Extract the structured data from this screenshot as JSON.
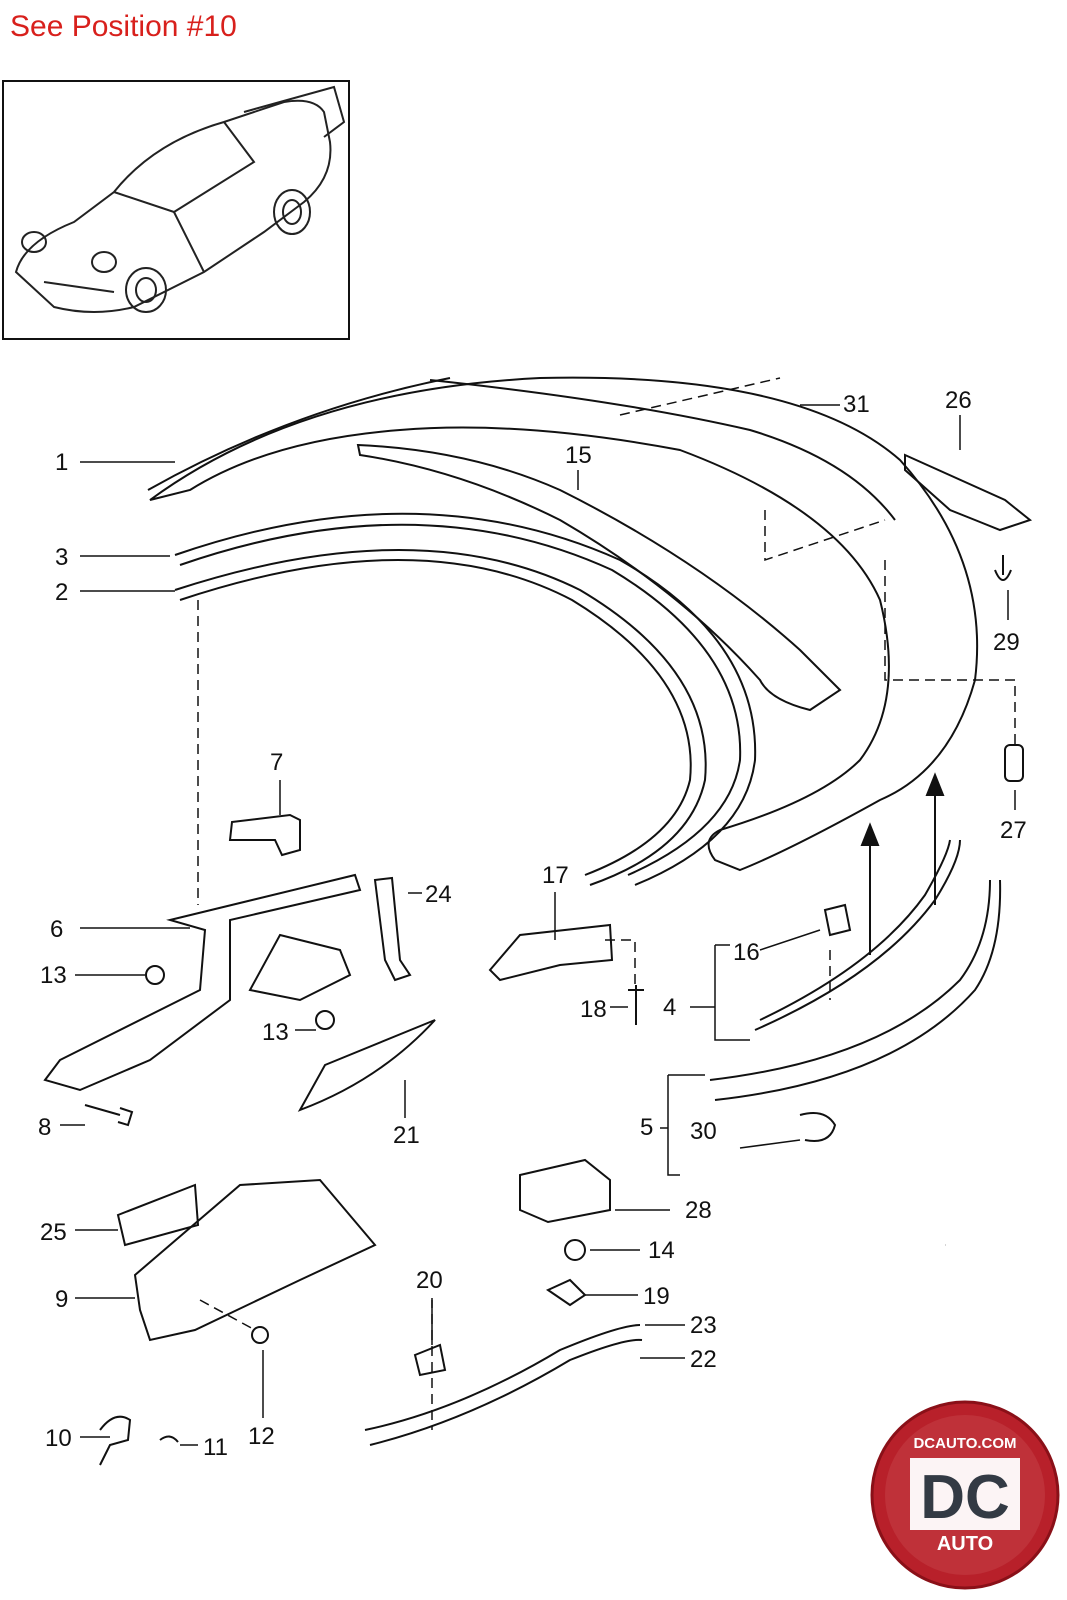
{
  "header": {
    "text": "See Position #10",
    "color": "#d8201c"
  },
  "thumbnail": {
    "icon": "car-icon"
  },
  "callouts": [
    {
      "id": "1",
      "text": "1"
    },
    {
      "id": "2",
      "text": "2"
    },
    {
      "id": "3",
      "text": "3"
    },
    {
      "id": "4",
      "text": "4"
    },
    {
      "id": "5",
      "text": "5"
    },
    {
      "id": "6",
      "text": "6"
    },
    {
      "id": "7",
      "text": "7"
    },
    {
      "id": "8",
      "text": "8"
    },
    {
      "id": "9",
      "text": "9"
    },
    {
      "id": "10",
      "text": "10"
    },
    {
      "id": "11",
      "text": "11"
    },
    {
      "id": "12",
      "text": "12"
    },
    {
      "id": "13a",
      "text": "13"
    },
    {
      "id": "13b",
      "text": "13"
    },
    {
      "id": "14",
      "text": "14"
    },
    {
      "id": "15",
      "text": "15"
    },
    {
      "id": "16",
      "text": "16"
    },
    {
      "id": "17",
      "text": "17"
    },
    {
      "id": "18",
      "text": "18"
    },
    {
      "id": "19",
      "text": "19"
    },
    {
      "id": "20",
      "text": "20"
    },
    {
      "id": "21",
      "text": "21"
    },
    {
      "id": "22",
      "text": "22"
    },
    {
      "id": "23",
      "text": "23"
    },
    {
      "id": "24",
      "text": "24"
    },
    {
      "id": "25",
      "text": "25"
    },
    {
      "id": "26",
      "text": "26"
    },
    {
      "id": "27",
      "text": "27"
    },
    {
      "id": "28",
      "text": "28"
    },
    {
      "id": "29",
      "text": "29"
    },
    {
      "id": "30",
      "text": "30"
    },
    {
      "id": "31",
      "text": "31"
    }
  ],
  "logo": {
    "top_text": "DCAUTO.COM",
    "main_text": "DC",
    "sub_text": "AUTO",
    "color": "#b8202a"
  }
}
